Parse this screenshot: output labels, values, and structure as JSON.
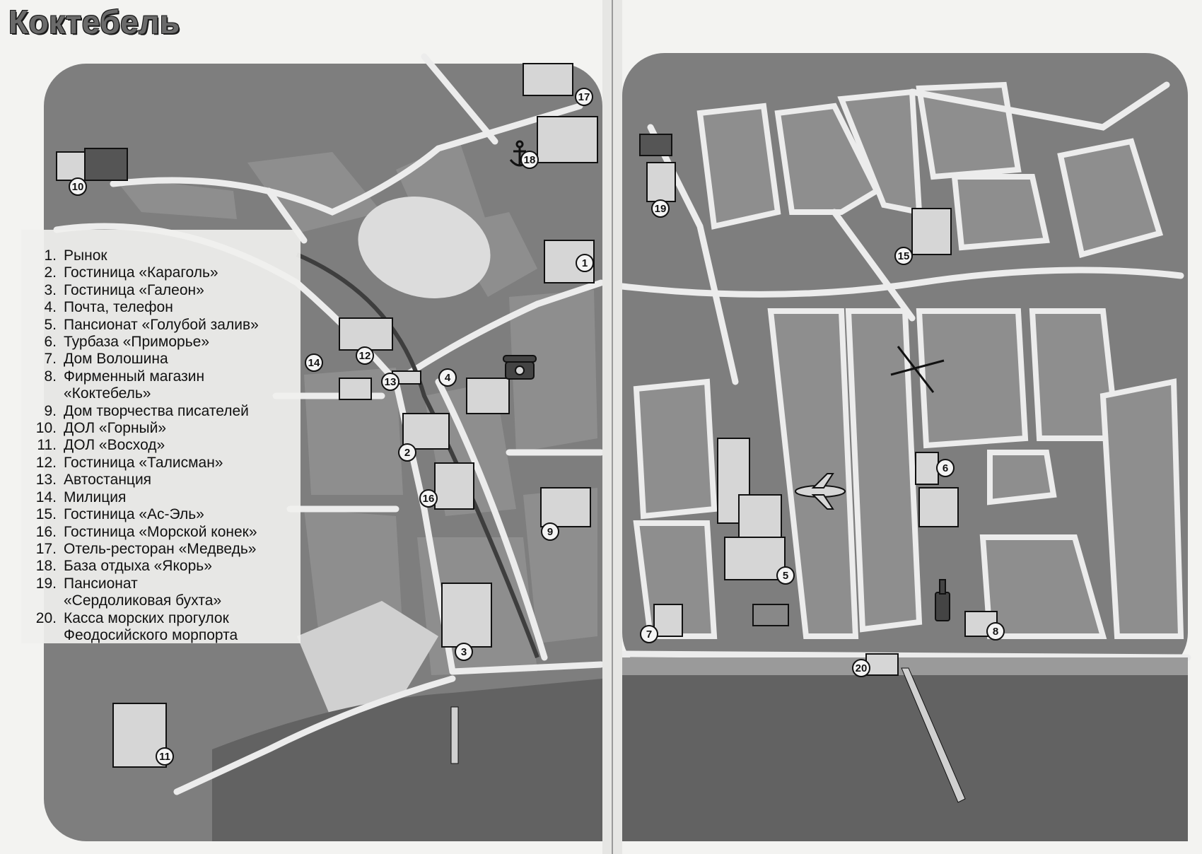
{
  "title": "Коктебель",
  "legend": [
    {
      "num": "1.",
      "label": "Рынок"
    },
    {
      "num": "2.",
      "label": "Гостиница «Караголь»"
    },
    {
      "num": "3.",
      "label": "Гостиница «Галеон»"
    },
    {
      "num": "4.",
      "label": "Почта, телефон"
    },
    {
      "num": "5.",
      "label": "Пансионат «Голубой залив»"
    },
    {
      "num": "6.",
      "label": "Турбаза «Приморье»"
    },
    {
      "num": "7.",
      "label": "Дом Волошина"
    },
    {
      "num": "8.",
      "label": "Фирменный магазин\n«Коктебель»"
    },
    {
      "num": "9.",
      "label": "Дом творчества писателей"
    },
    {
      "num": "10.",
      "label": "ДОЛ «Горный»"
    },
    {
      "num": "11.",
      "label": "ДОЛ «Восход»"
    },
    {
      "num": "12.",
      "label": "Гостиница «Талисман»"
    },
    {
      "num": "13.",
      "label": "Автостанция"
    },
    {
      "num": "14.",
      "label": "Милиция"
    },
    {
      "num": "15.",
      "label": "Гостиница «Ас-Эль»"
    },
    {
      "num": "16.",
      "label": "Гостиница «Морской конек»"
    },
    {
      "num": "17.",
      "label": "Отель-ресторан «Медведь»"
    },
    {
      "num": "18.",
      "label": "База отдыха «Якорь»"
    },
    {
      "num": "19.",
      "label": "Пансионат\n«Сердоликовая бухта»"
    },
    {
      "num": "20.",
      "label": "Касса морских прогулок\nФеодосийского морпорта"
    }
  ],
  "markers": [
    {
      "label": "1"
    },
    {
      "label": "2"
    },
    {
      "label": "3"
    },
    {
      "label": "4"
    },
    {
      "label": "5"
    },
    {
      "label": "6"
    },
    {
      "label": "7"
    },
    {
      "label": "8"
    },
    {
      "label": "9"
    },
    {
      "label": "10"
    },
    {
      "label": "11"
    },
    {
      "label": "12"
    },
    {
      "label": "13"
    },
    {
      "label": "14"
    },
    {
      "label": "15"
    },
    {
      "label": "16"
    },
    {
      "label": "17"
    },
    {
      "label": "18"
    },
    {
      "label": "19"
    },
    {
      "label": "20"
    }
  ],
  "colors": {
    "paper": "#f3f3f1",
    "land": "#7e7e7e",
    "block": "#8e8e8e",
    "sea": "#626262",
    "road": "#ececec",
    "building": "#d6d6d6",
    "outline": "#111111"
  },
  "icons": {
    "telephone": "telephone-icon",
    "anchor": "anchor-icon",
    "plane": "airplane-icon",
    "glider": "glider-icon",
    "bottle": "wine-bottle-icon"
  }
}
